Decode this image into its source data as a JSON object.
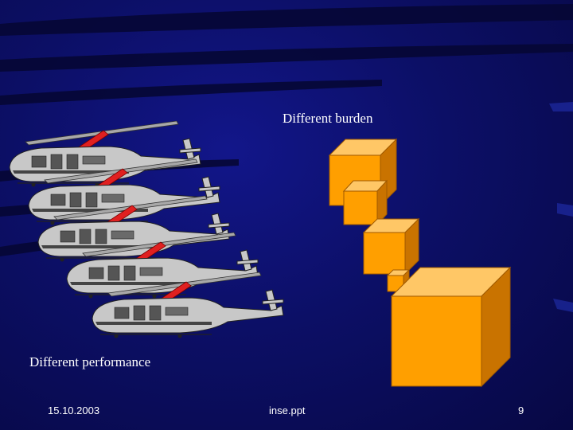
{
  "slide": {
    "burden_label": "Different burden",
    "performance_label": "Different performance"
  },
  "footer": {
    "date": "15.10.2003",
    "file": "inse.ppt",
    "page": "9"
  },
  "colors": {
    "background": "#0c0f66",
    "cube_front": "#ff9f00",
    "cube_top": "#ffc766",
    "cube_side": "#c97300",
    "helicopter_body": "#c8c8c8",
    "rotor": "#e02020"
  },
  "icons": [
    "helicopter-icon",
    "cube-icon"
  ]
}
